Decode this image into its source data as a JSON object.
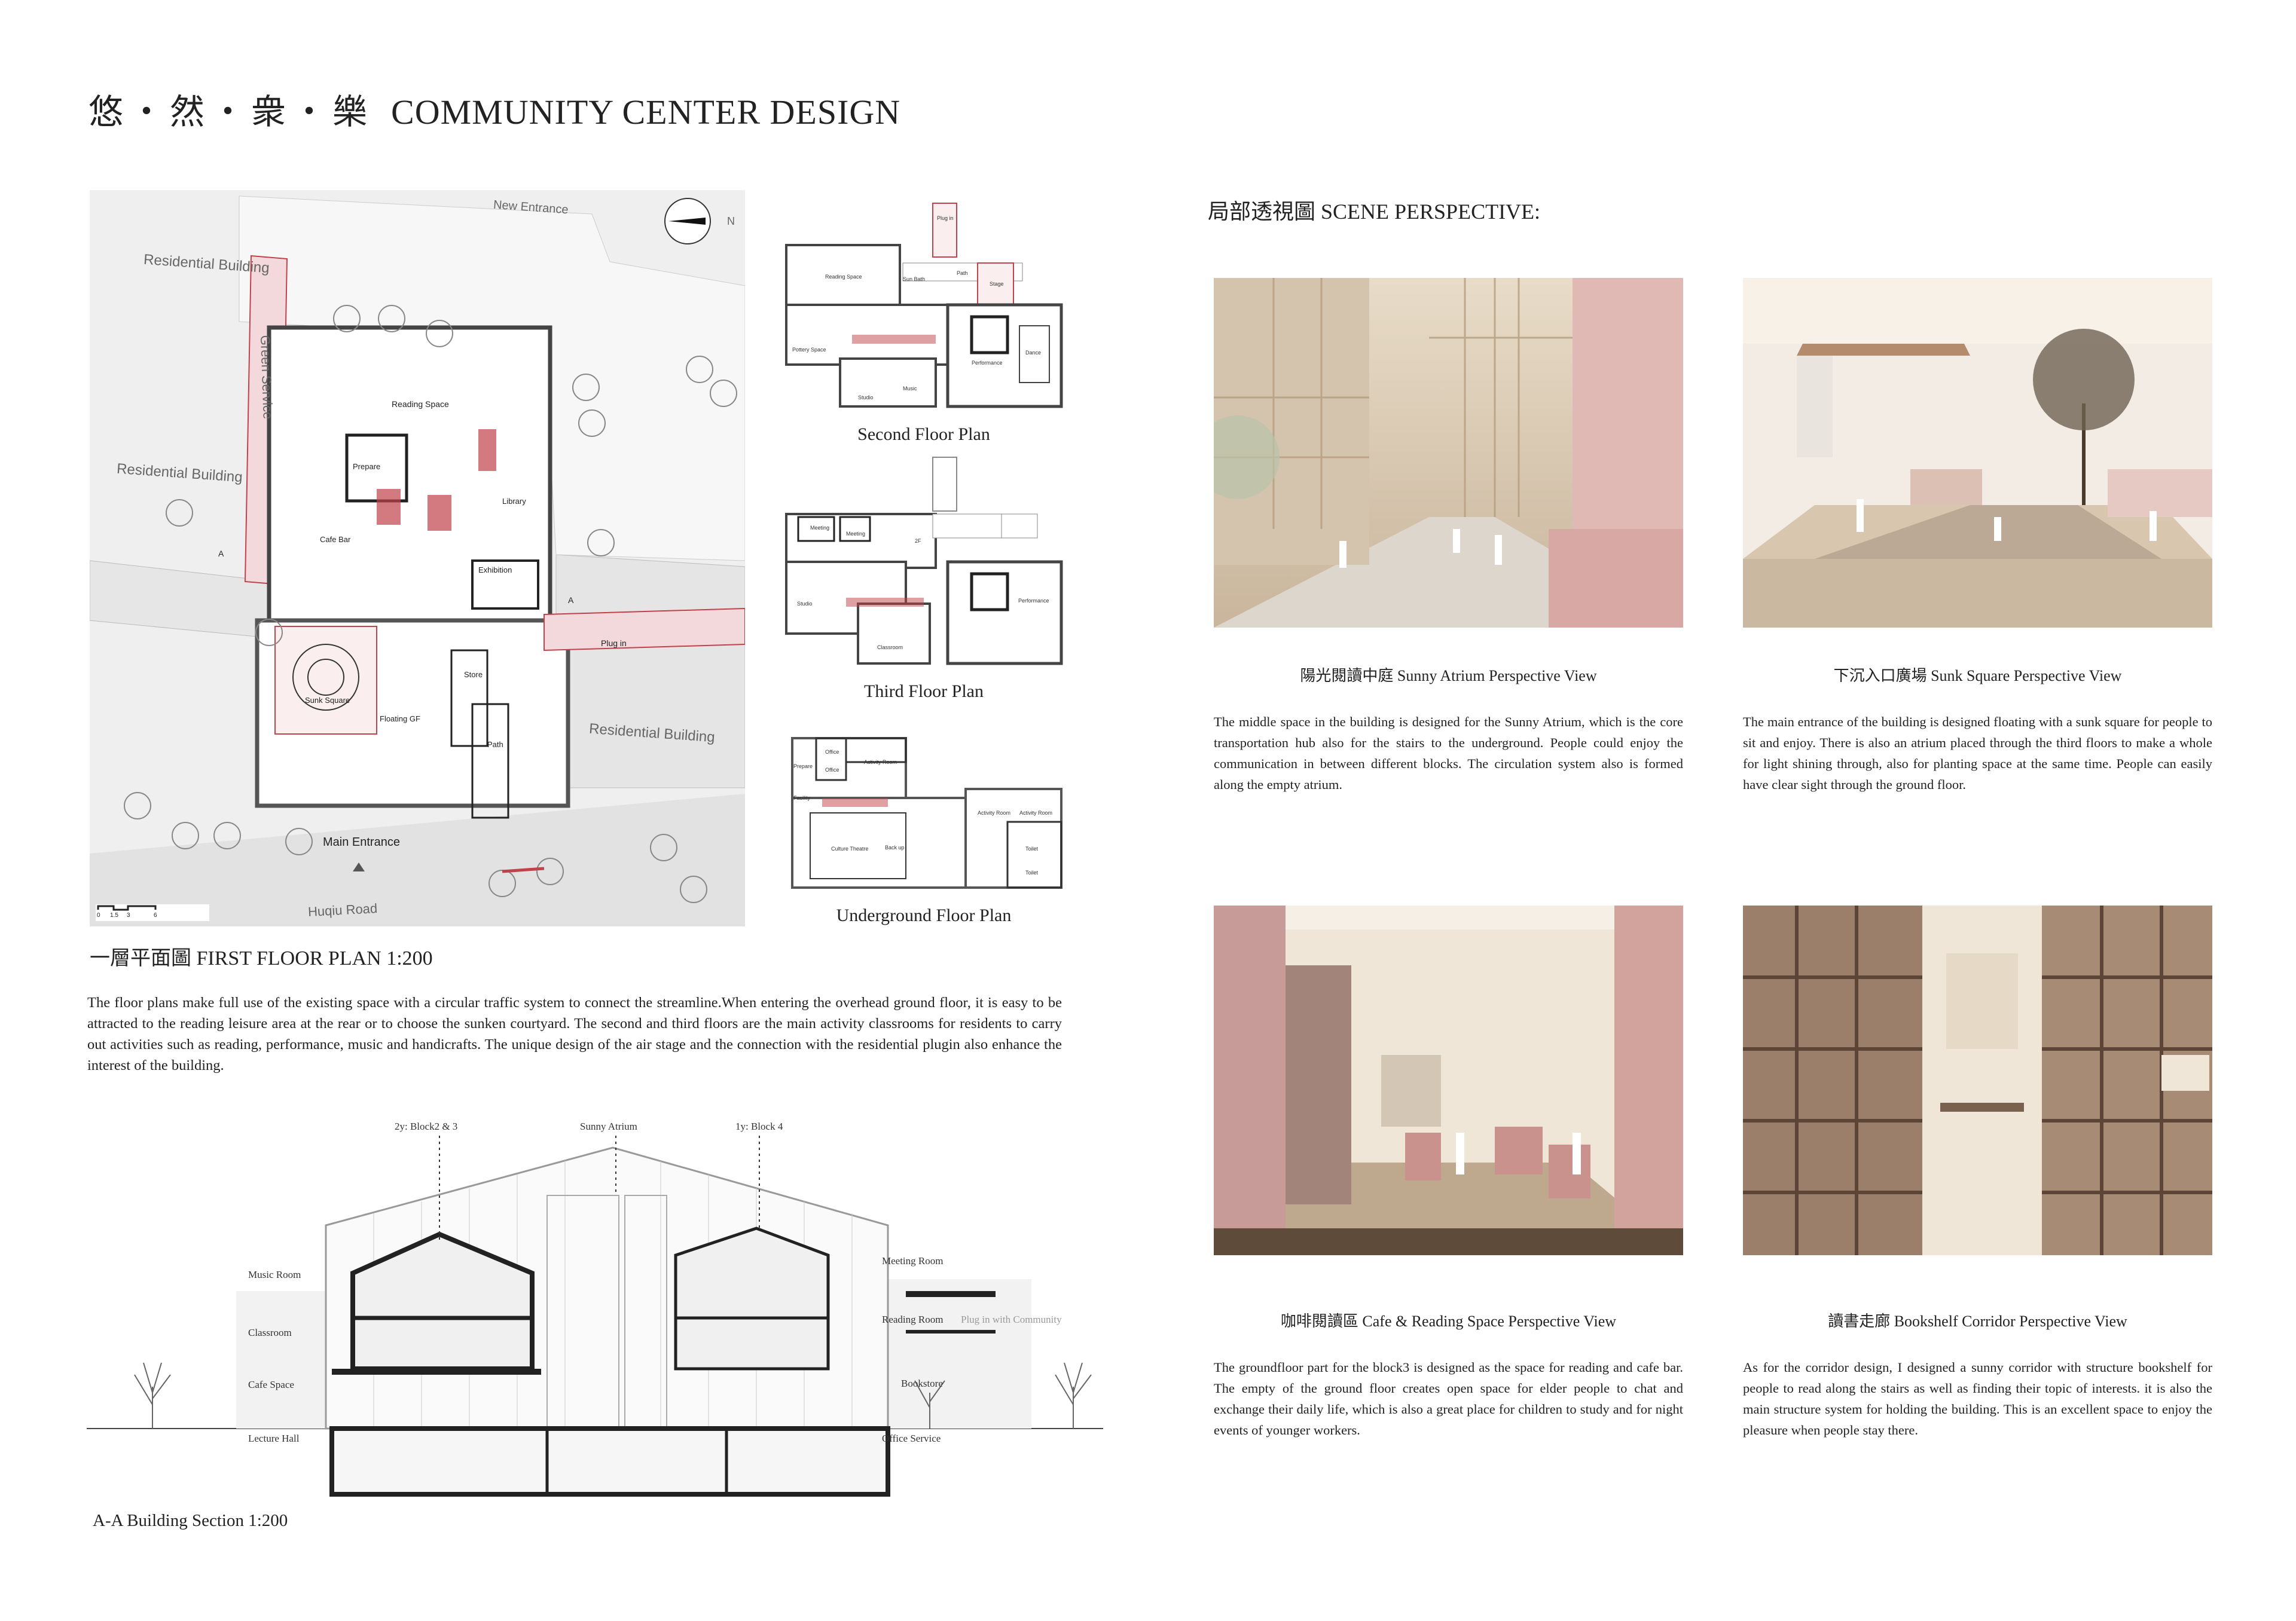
{
  "header": {
    "title_cn": "悠・然・衆・樂",
    "title_en": "COMMUNITY CENTER DESIGN"
  },
  "first_floor": {
    "labels": {
      "new_entrance": "New Entrance",
      "compass": "N",
      "residential_1": "Residential Building",
      "residential_2": "Residential Building",
      "residential_3": "Residential Building",
      "green_service": "Green Service",
      "reading_space": "Reading Space",
      "prepare": "Prepare",
      "library": "Library",
      "cafe_bar": "Cafe Bar",
      "exhibition": "Exhibition",
      "plug_in": "Plug in",
      "sunk_square": "Sunk Square",
      "floating_gf": "Floating GF",
      "store": "Store",
      "path": "Path",
      "main_entrance": "Main Entrance",
      "huqiu_road": "Huqiu Road",
      "section_a_left": "A",
      "section_a_right": "A",
      "scale_0": "0",
      "scale_1": "1.5",
      "scale_2": "3",
      "scale_3": "6"
    },
    "caption": "一層平面圖 FIRST FLOOR PLAN 1:200",
    "description": "The floor plans make full use of the existing space with a circular traffic system to connect the streamline.When entering the overhead ground floor, it is easy to be attracted to the reading leisure area at the rear or to choose the sunken courtyard. The second and third floors are the main activity classrooms for residents to carry out activities such as reading, performance, music and handicrafts. The unique design of the air stage and the connection with the residential plugin also enhance the interest of the building."
  },
  "second_floor": {
    "caption": "Second Floor Plan",
    "rooms": {
      "plug_in": "Plug in",
      "reading_space": "Reading Space",
      "sun_bath": "Sun Bath",
      "path": "Path",
      "stage": "Stage",
      "pottery": "Pottery Space",
      "performance": "Performance",
      "dance": "Dance",
      "studio": "Studio",
      "music": "Music"
    }
  },
  "third_floor": {
    "caption": "Third Floor Plan",
    "rooms": {
      "meeting_1": "Meeting",
      "meeting_2": "Meeting",
      "two_f": "2F",
      "studio": "Studio",
      "performance": "Performance",
      "classroom": "Classroom"
    }
  },
  "underground": {
    "caption": "Underground Floor Plan",
    "rooms": {
      "office_1": "Office",
      "office_2": "Office",
      "activity_1": "Activity Room",
      "prepare": "Prepare",
      "facility": "Facility",
      "activity_2": "Activity Room",
      "activity_3": "Activity Room",
      "culture_theatre": "Culture Theatre",
      "back_up": "Back up",
      "toilet_1": "Toilet",
      "toilet_2": "Toilet"
    }
  },
  "section": {
    "caption": "A-A Building Section 1:200",
    "top_labels": {
      "block23": "2y: Block2 & 3",
      "atrium": "Sunny Atrium",
      "block4": "1y: Block 4"
    },
    "left_labels": {
      "music_room": "Music Room",
      "classroom": "Classroom",
      "cafe_space": "Cafe Space",
      "lecture_hall": "Lecture Hall"
    },
    "right_labels": {
      "meeting_room": "Meeting Room",
      "reading_room": "Reading Room",
      "plugin": "Plug in with Community",
      "bookstore": "Bookstore",
      "office_service": "Office Service"
    }
  },
  "perspective": {
    "heading": "局部透視圖 SCENE PERSPECTIVE:",
    "views": [
      {
        "caption": "陽光閱讀中庭 Sunny Atrium Perspective View",
        "text": "The middle space in the building is designed for the Sunny Atrium, which is the core transportation hub also for the stairs to the underground. People could enjoy the communication in between different blocks. The circulation system also is formed along the empty atrium."
      },
      {
        "caption": "下沉入口廣場 Sunk Square Perspective View",
        "text": "The main entrance of the building is designed floating with a sunk square for people to sit and enjoy. There is also an atrium placed through the third floors to make a whole for light shining through, also for planting space at the same time. People can easily have clear sight through the ground floor."
      },
      {
        "caption": "咖啡閱讀區 Cafe & Reading Space Perspective View",
        "text": "The groundfloor part for the block3 is designed as the space for reading and cafe bar. The empty of the ground floor creates open space for elder people to chat and exchange their daily life, which is also a great place for children to study and for night events of younger workers."
      },
      {
        "caption": "讀書走廊 Bookshelf Corridor Perspective View",
        "text": "As for the corridor design, I designed a sunny corridor with structure bookshelf for people to read along the stairs as well as finding their topic of interests. it is also the main structure system for holding the building. This is an excellent space to enjoy the pleasure when people stay there."
      }
    ]
  },
  "colors": {
    "accent_red": "#c0424a",
    "pink_fill": "#f3d9dc",
    "plan_grey": "#eeeeee",
    "wall": "#444444"
  }
}
